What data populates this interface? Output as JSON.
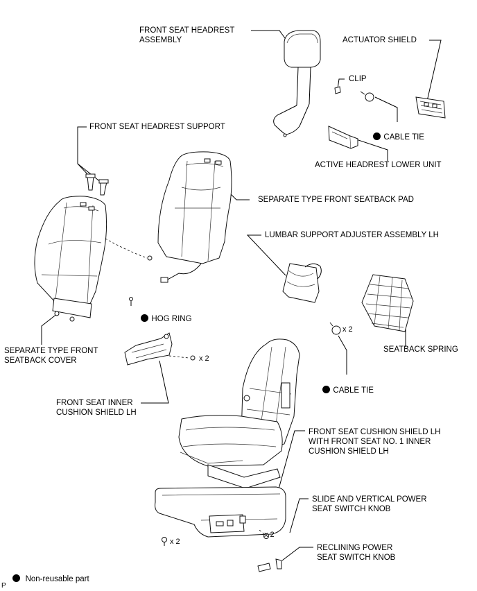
{
  "labels": {
    "headrest_assembly": "FRONT SEAT HEADREST\nASSEMBLY",
    "actuator_shield": "ACTUATOR SHIELD",
    "clip": "CLIP",
    "cable_tie_upper": "CABLE TIE",
    "headrest_support": "FRONT SEAT HEADREST SUPPORT",
    "active_headrest_lower_unit": "ACTIVE HEADREST LOWER UNIT",
    "seatback_pad": "SEPARATE TYPE FRONT SEATBACK PAD",
    "lumbar_support": "LUMBAR SUPPORT ADJUSTER ASSEMBLY LH",
    "hog_ring": "HOG RING",
    "seatback_spring": "SEATBACK SPRING",
    "seatback_cover": "SEPARATE TYPE FRONT\nSEATBACK COVER",
    "cable_tie_lower": "CABLE TIE",
    "inner_cushion_shield": "FRONT SEAT INNER\nCUSHION SHIELD LH",
    "cushion_shield": "FRONT SEAT CUSHION SHIELD LH\nWITH FRONT SEAT NO. 1 INNER\nCUSHION SHIELD LH",
    "slide_vertical_knob": "SLIDE AND VERTICAL POWER\nSEAT SWITCH KNOB",
    "reclining_knob": "RECLINING POWER\nSEAT SWITCH KNOB",
    "legend": "Non-reusable part",
    "corner_mark": "P"
  },
  "quantities": {
    "cable_tie_x2": "x 2",
    "inner_shield_screw_x2": "x 2",
    "shield_screw_left_x2": "x 2",
    "shield_screw_right_x2": "x 2"
  },
  "icons": {
    "non_reusable_marker": "filled-circle"
  }
}
